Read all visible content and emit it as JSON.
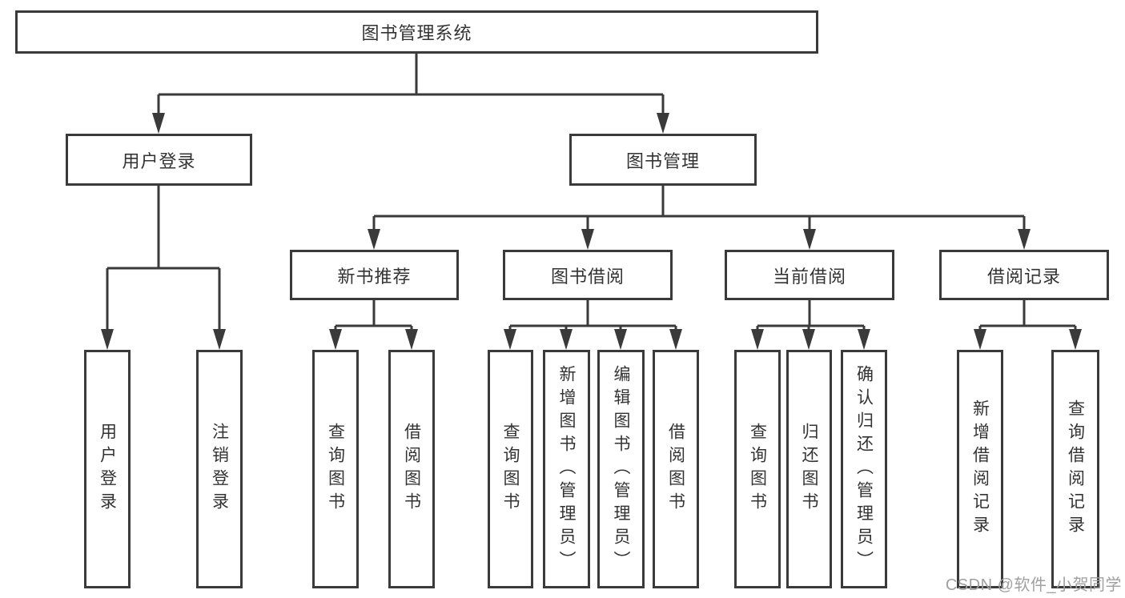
{
  "diagram": {
    "root": {
      "label": "图书管理系统"
    },
    "level2": [
      {
        "label": "用户登录"
      },
      {
        "label": "图书管理"
      }
    ],
    "level3": [
      {
        "label": "新书推荐"
      },
      {
        "label": "图书借阅"
      },
      {
        "label": "当前借阅"
      },
      {
        "label": "借阅记录"
      }
    ],
    "leaves": [
      {
        "label": "用户登录"
      },
      {
        "label": "注销登录"
      },
      {
        "label": "查询图书"
      },
      {
        "label": "借阅图书"
      },
      {
        "label": "查询图书"
      },
      {
        "label": "新增图书（管理员）"
      },
      {
        "label": "编辑图书（管理员）"
      },
      {
        "label": "借阅图书"
      },
      {
        "label": "查询图书"
      },
      {
        "label": "归还图书"
      },
      {
        "label": "确认归还（管理员）"
      },
      {
        "label": "新增借阅记录"
      },
      {
        "label": "查询借阅记录"
      }
    ]
  },
  "watermark": "CSDN @软件_小贺同学",
  "colors": {
    "line": "#3a3a3a",
    "text": "#333333",
    "box_background": "#ffffff",
    "watermark": "#a0a0a0",
    "page_background": "#ffffff"
  }
}
